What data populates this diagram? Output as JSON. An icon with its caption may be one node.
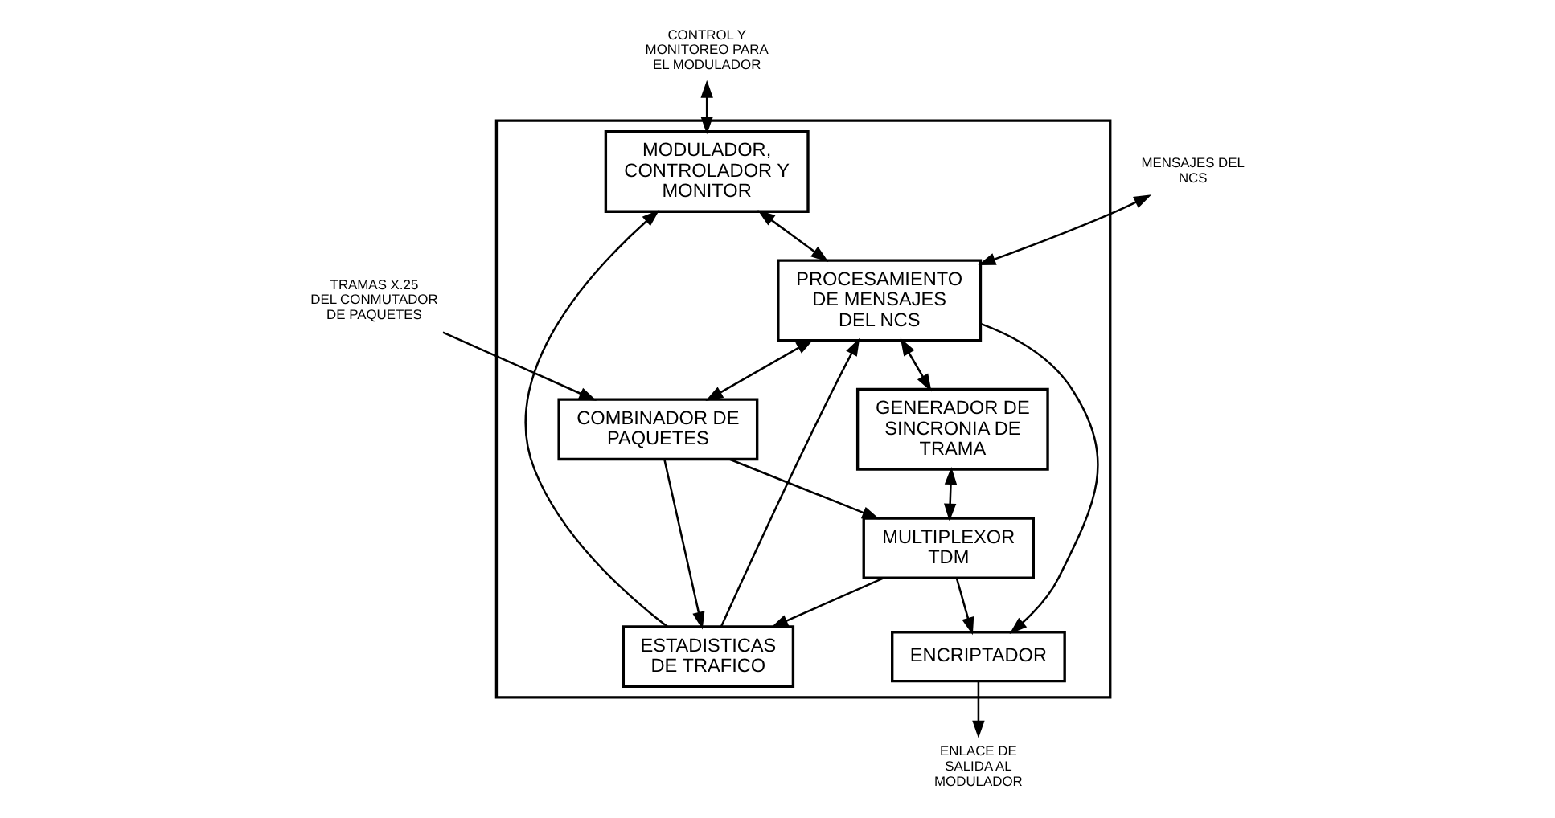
{
  "diagram": {
    "nodes": [
      {
        "text": [],
        "shape": "box"
      },
      {
        "text": [
          "MODULADOR, CONTROLADOR Y MONITOR"
        ],
        "in": 0
      },
      {
        "text": [
          "PROCESAMIENTO DE MENSAJES DEL NCS"
        ],
        "in": 0
      },
      {
        "text": [
          "GENERADOR DE SINCRONIA DE TRAMA"
        ],
        "in": 0
      },
      {
        "text": [
          "ESTADISTICAS DE TRAFICO"
        ],
        "in": 0
      },
      {
        "text": [
          "COMBINADOR DE PAQUETES"
        ],
        "in": 0
      },
      {
        "text": [
          "ENCRIPTADOR"
        ],
        "in": 0
      },
      {
        "text": [
          "MULTIPLEXOR TDM"
        ],
        "in": 0
      },
      {
        "text": [
          "MENSAJES DEL NCS"
        ]
      },
      {
        "text": [
          "CONTROL Y MONITOREO PARA EL MODULADOR"
        ]
      },
      {
        "text": [
          "TRAMAS X.25 DEL CONMUTADOR DE PAQUETES"
        ]
      },
      {
        "text": [
          "ENLACE DE SALIDA AL MODULADOR"
        ]
      }
    ],
    "edges": [
      {
        "from": 8,
        "to": 2,
        "arrow": "both"
      },
      {
        "from": 9,
        "to": 1,
        "arrow": "both"
      },
      {
        "from": 1,
        "to": 2,
        "arrow": "both"
      },
      {
        "from": 2,
        "to": 3,
        "arrow": "both"
      },
      {
        "from": 4,
        "to": 1,
        "arrow": "to"
      },
      {
        "from": 4,
        "to": 2,
        "arrow": "to"
      },
      {
        "from": 2,
        "to": 6,
        "arrow": "to"
      },
      {
        "from": 2,
        "to": 5,
        "arrow": "both"
      },
      {
        "from": 5,
        "to": 4,
        "arrow": "to"
      },
      {
        "from": 10,
        "to": 5,
        "arrow": "to"
      },
      {
        "from": 5,
        "to": 7,
        "arrow": "to"
      },
      {
        "from": 7,
        "to": 4,
        "arrow": "to"
      },
      {
        "from": 7,
        "to": 6,
        "arrow": "to"
      },
      {
        "from": 3,
        "to": 7,
        "arrow": "both"
      },
      {
        "from": 6,
        "to": 11,
        "arrow": "to"
      }
    ]
  }
}
